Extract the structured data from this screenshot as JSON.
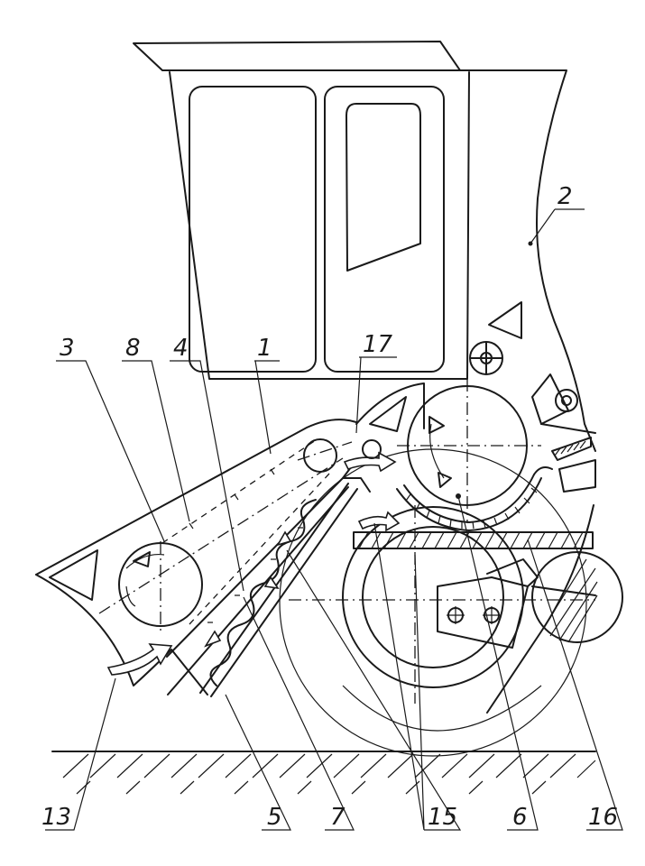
{
  "callouts": {
    "c1": "1",
    "c2": "2",
    "c3": "3",
    "c4": "4",
    "c5": "5",
    "c6": "6",
    "c7": "7",
    "c8": "8",
    "c13": "13",
    "c15": "15",
    "c16": "16",
    "c17": "17"
  },
  "colors": {
    "ink": "#1a1a1a",
    "paper": "#ffffff"
  }
}
